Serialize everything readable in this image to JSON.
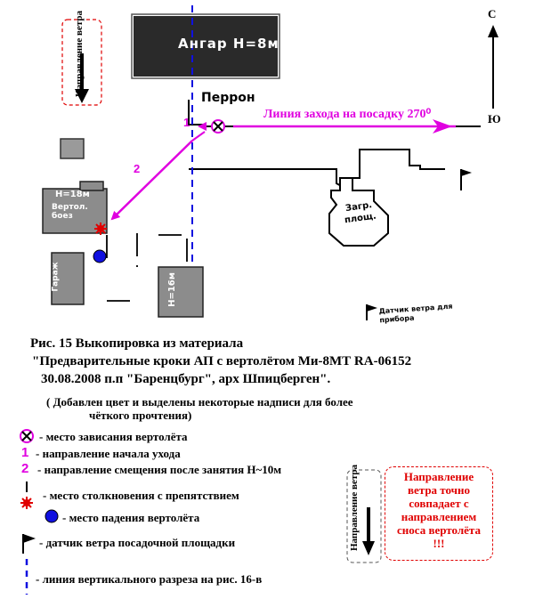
{
  "sketch": {
    "hangar_label": "Ангар Н=8м",
    "platform_label": "Перрон",
    "approach_label": "Линия захода на посадку 270⁰",
    "north_label": "С",
    "south_label": "Ю",
    "wind_box_label": "Направление ветра",
    "building_upper_label": "Н=18м",
    "building_lower_label": "Вертол. боез",
    "garage_label": "Гараж",
    "building_h16_label": "Н=16м",
    "zagr_label": "Загр. площ.",
    "sensor_label": "Датчик ветра для прибора",
    "marker_1": "1",
    "marker_2": "2",
    "colors": {
      "magenta": "#e000e0",
      "blue": "#1010e0",
      "red": "#e00000"
    }
  },
  "caption": {
    "line1": "Рис. 15  Выкопировка из материала",
    "line2": "\"Предварительные кроки АП с вертолётом Ми-8МТ RA-06152",
    "line3": "30.08.2008 п.п \"Баренцбург\", арх Шпицберген\".",
    "line4": "( Добавлен цвет и выделены некоторые надписи для более",
    "line5": "чёткого прочтения)"
  },
  "legend": [
    {
      "symbol": "hover-icon",
      "text": "-    место   зависания  вертолёта"
    },
    {
      "symbol": "1",
      "text": "- направление начала ухода"
    },
    {
      "symbol": "2",
      "text": "- направление смещения после занятия Н~10м"
    },
    {
      "symbol": "collision-icon",
      "text": "-    место  столкновения с препятствием"
    },
    {
      "symbol": "crash-icon",
      "text": "- место падения вертолёта"
    },
    {
      "symbol": "wind-sensor-icon",
      "text": "- датчик ветра посадочной площадки"
    },
    {
      "symbol": "section-line-icon",
      "text": "-  линия вертикального разреза  на рис. 16-в"
    }
  ],
  "note": {
    "wind_label": "Направление ветра",
    "lines": [
      "Направление",
      "ветра точно",
      "совпадает  с",
      "направлением",
      "сноса вертолёта",
      "!!!"
    ]
  }
}
